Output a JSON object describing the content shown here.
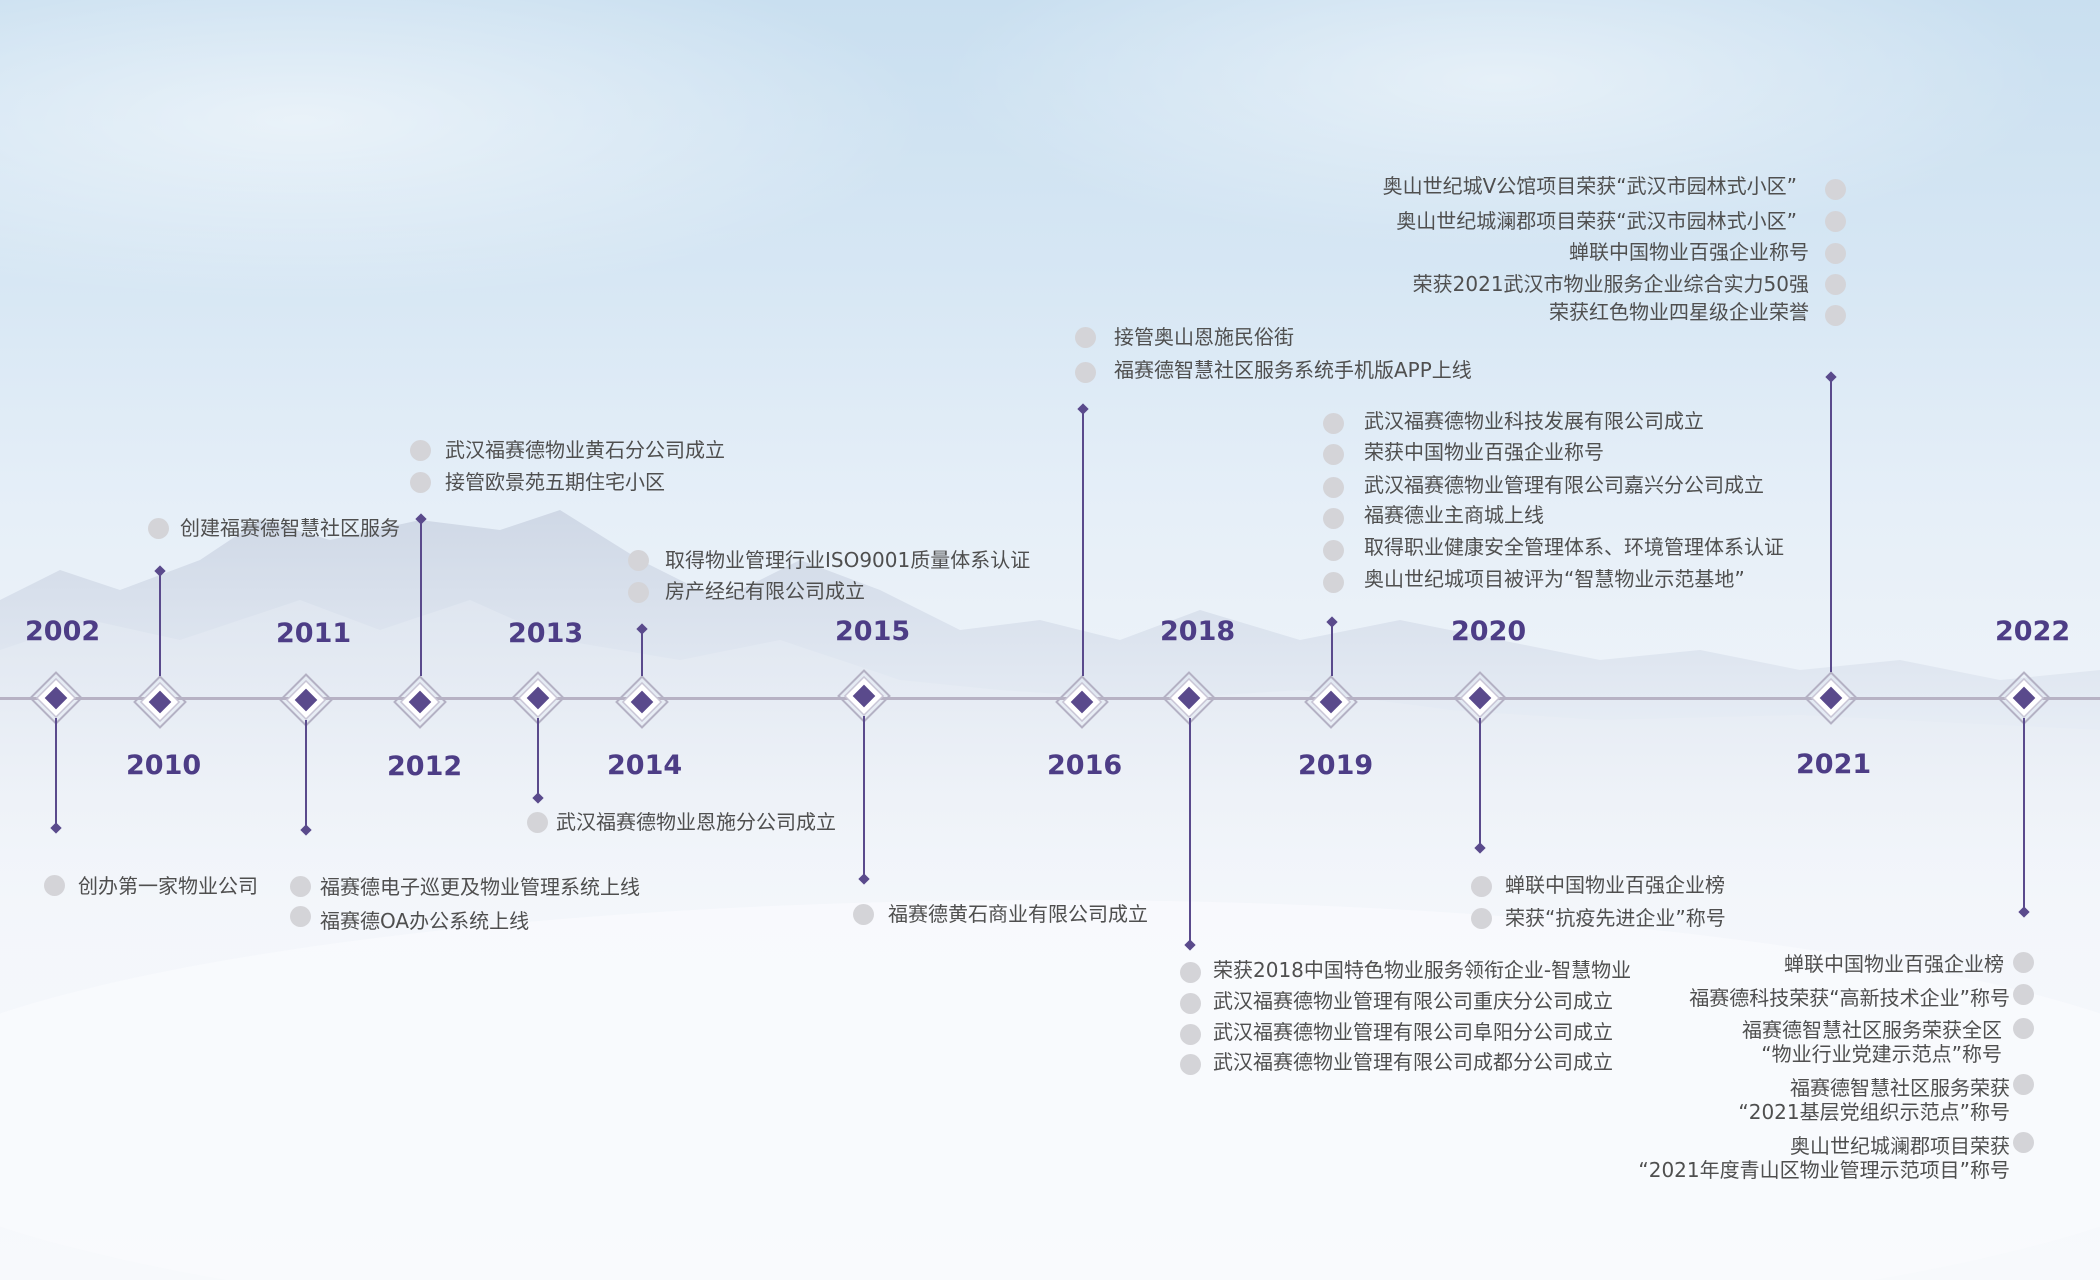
{
  "timeline": {
    "years": [
      "2002",
      "2010",
      "2011",
      "2012",
      "2013",
      "2014",
      "2015",
      "2016",
      "2018",
      "2019",
      "2020",
      "2021",
      "2022"
    ],
    "events": {
      "y2002": [
        "创办第一家物业公司"
      ],
      "y2010": [
        "创建福赛德智慧社区服务"
      ],
      "y2011": [
        "福赛德电子巡更及物业管理系统上线",
        "福赛德OA办公系统上线"
      ],
      "y2012": [
        "武汉福赛德物业黄石分公司成立",
        "接管欧景苑五期住宅小区"
      ],
      "y2013": [
        "武汉福赛德物业恩施分公司成立"
      ],
      "y2014": [
        "取得物业管理行业ISO9001质量体系认证",
        "房产经纪有限公司成立"
      ],
      "y2015": [
        "福赛德黄石商业有限公司成立"
      ],
      "y2016": [
        "接管奥山恩施民俗街",
        "福赛德智慧社区服务系统手机版APP上线"
      ],
      "y2018": [
        "荣获2018中国特色物业服务领衔企业-智慧物业",
        "武汉福赛德物业管理有限公司重庆分公司成立",
        "武汉福赛德物业管理有限公司阜阳分公司成立",
        "武汉福赛德物业管理有限公司成都分公司成立"
      ],
      "y2019": [
        "武汉福赛德物业科技发展有限公司成立",
        "荣获中国物业百强企业称号",
        "武汉福赛德物业管理有限公司嘉兴分公司成立",
        "福赛德业主商城上线",
        "取得职业健康安全管理体系、环境管理体系认证",
        "奥山世纪城项目被评为“智慧物业示范基地”"
      ],
      "y2020": [
        "蝉联中国物业百强企业榜",
        "荣获“抗疫先进企业”称号"
      ],
      "y2021": [
        "奥山世纪城V公馆项目荣获“武汉市园林式小区”",
        "奥山世纪城澜郡项目荣获“武汉市园林式小区”",
        "蝉联中国物业百强企业称号",
        "荣获2021武汉市物业服务企业综合实力50强",
        "荣获红色物业四星级企业荣誉"
      ],
      "y2022": [
        [
          "蝉联中国物业百强企业榜"
        ],
        [
          "福赛德科技荣获“高新技术企业”称号"
        ],
        [
          "福赛德智慧社区服务荣获全区",
          "“物业行业党建示范点”称号"
        ],
        [
          "福赛德智慧社区服务荣获",
          "“2021基层党组织示范点”称号"
        ],
        [
          "奥山世纪城澜郡项目荣获",
          "“2021年度青山区物业管理示范项目”称号"
        ]
      ]
    }
  },
  "colors": {
    "accent": "#4d3d86",
    "marker": "#5a4a8c",
    "dot": "#d4d4d8",
    "text": "#4f4f4f"
  }
}
